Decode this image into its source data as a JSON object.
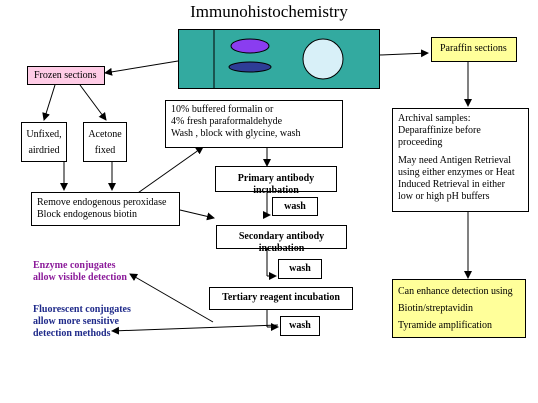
{
  "title": "Immunohistochemistry",
  "slide": {
    "colors": {
      "slide_fill": "#33aaa0",
      "left_oval": "#8a3df0",
      "right_oval": "#2e3d96",
      "circle": "#d8f0f8"
    }
  },
  "frozen": {
    "label": "Frozen sections"
  },
  "paraffin": {
    "label": "Paraffin sections"
  },
  "unfixed": {
    "line1": "Unfixed,",
    "line2": "airdried"
  },
  "acetone": {
    "line1": "Acetone",
    "line2": "fixed"
  },
  "formalin": {
    "line1": "10% buffered formalin or",
    "line2": "4% fresh paraformaldehyde",
    "line3": "Wash , block with glycine, wash"
  },
  "archival": {
    "line1": "Archival samples:",
    "line2": "Deparaffinize before",
    "line3": "proceeding",
    "line4": "May need Antigen Retrieval",
    "line5": "using either enzymes or Heat",
    "line6": "Induced Retrieval in either",
    "line7": "low or high pH buffers"
  },
  "endogenous": {
    "line1": "Remove endogenous peroxidase",
    "line2": "Block endogenous biotin"
  },
  "primary": {
    "label": "Primary antibody incubation"
  },
  "secondary": {
    "label": "Secondary antibody incubation"
  },
  "tertiary": {
    "label": "Tertiary reagent incubation"
  },
  "wash": {
    "label": "wash"
  },
  "enhance": {
    "line1": "Can enhance detection using",
    "line2": "Biotin/streptavidin",
    "line3": "Tyramide amplification"
  },
  "enzyme": {
    "line1": "Enzyme conjugates",
    "line2": "allow visible detection"
  },
  "fluorescent": {
    "line1": "Fluorescent conjugates",
    "line2": "allow more sensitive",
    "line3": "detection methods"
  }
}
